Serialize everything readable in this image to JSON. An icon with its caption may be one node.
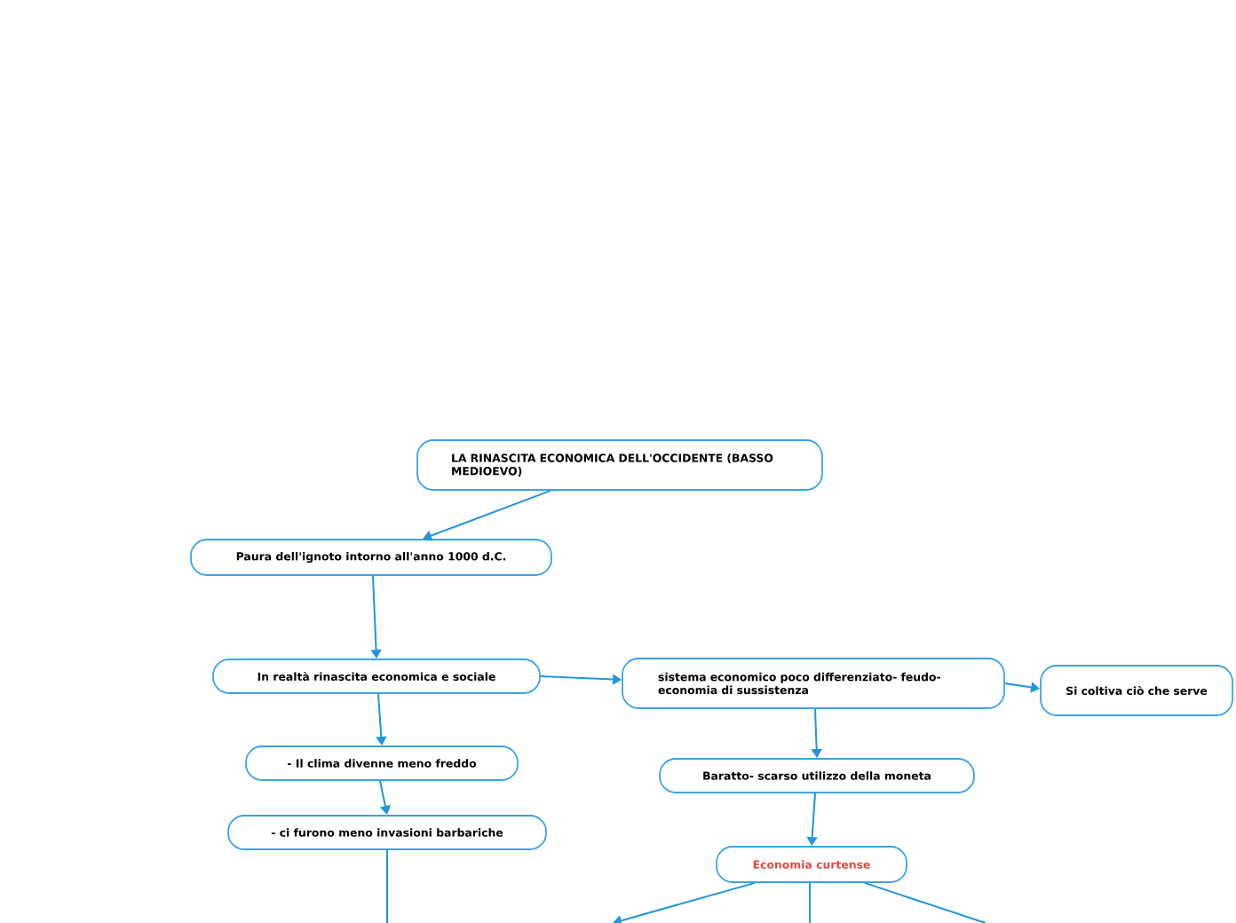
{
  "diagram": {
    "nodes": [
      {
        "text": [
          "LA RINASCITA ECONOMICA DELL'OCCIDENTE (BASSO MEDIOEVO)"
        ]
      },
      {
        "text": [
          "Paura dell'ignoto intorno all'anno 1000 d.C."
        ]
      },
      {
        "text": [
          "In realtà rinascita economica e sociale"
        ]
      },
      {
        "text": [
          "sistema economico poco differenziato- feudo-economia di sussistenza"
        ]
      },
      {
        "text": [
          "Si coltiva ciò che serve"
        ]
      },
      {
        "text": [
          "- Il clima divenne meno freddo"
        ]
      },
      {
        "text": [
          "- ci furono meno invasioni barbariche"
        ]
      },
      {
        "text": [
          "Baratto- scarso utilizzo della moneta"
        ]
      },
      {
        "text": [
          "Economia curtense"
        ]
      }
    ],
    "edges": [
      {
        "from": 0,
        "to": 1,
        "arrow": "to"
      },
      {
        "from": 1,
        "to": 2,
        "arrow": "to"
      },
      {
        "from": 2,
        "to": 3,
        "arrow": "to"
      },
      {
        "from": 3,
        "to": 4,
        "arrow": "to"
      },
      {
        "from": 3,
        "to": 7,
        "arrow": "to"
      },
      {
        "from": 2,
        "to": 5,
        "arrow": "to"
      },
      {
        "from": 5,
        "to": 6,
        "arrow": "to"
      },
      {
        "from": 7,
        "to": 8,
        "arrow": "to"
      },
      {
        "from": 6,
        "to": null,
        "arrow": "none"
      },
      {
        "from": 8,
        "to": null,
        "arrow": "to"
      },
      {
        "from": 8,
        "to": null,
        "arrow": "none"
      },
      {
        "from": 8,
        "to": null,
        "arrow": "none"
      }
    ]
  }
}
